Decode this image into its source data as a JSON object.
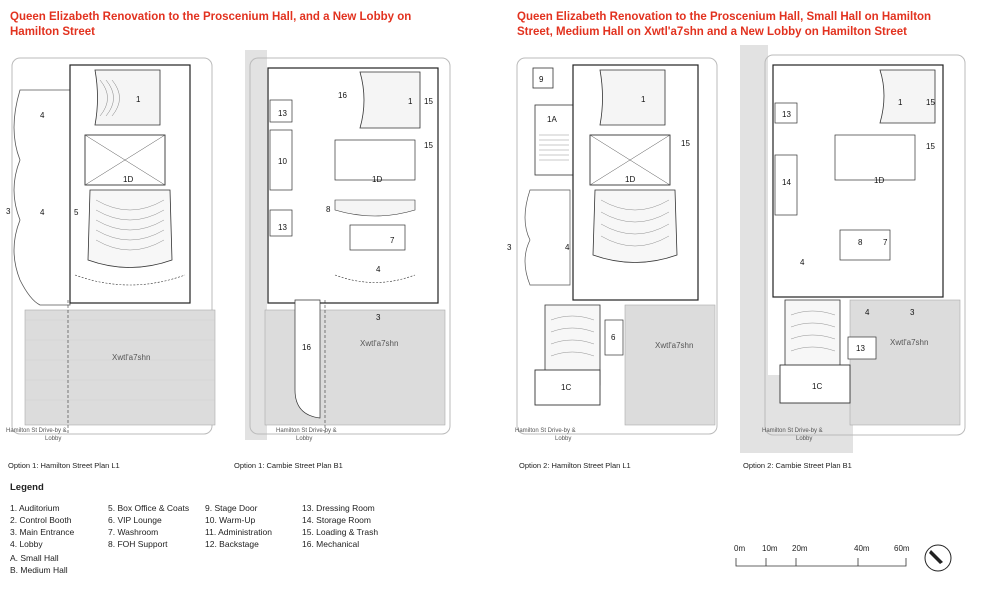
{
  "titles": {
    "option1": "Queen Elizabeth Renovation to the Proscenium Hall, and a New Lobby on Hamilton Street",
    "option2": "Queen Elizabeth Renovation to the Proscenium Hall, Small Hall on Hamilton Street, Medium Hall on Xwtl'a7shn and a New Lobby on Hamilton Street"
  },
  "captions": {
    "p1": "Option 1: Hamilton Street Plan L1",
    "p2": "Option 1: Cambie Street Plan B1",
    "p3": "Option 2: Hamilton Street Plan L1",
    "p4": "Option 2: Cambie Street Plan B1"
  },
  "plan_text": {
    "plaza": "Xwtl'a7shn",
    "dropoff_a": "Hamilton St Drive-by &",
    "dropoff_b": "Lobby"
  },
  "room_labels": {
    "p1": [
      "4",
      "1",
      "1D",
      "4",
      "5",
      "3"
    ],
    "p2": [
      "16",
      "1",
      "15",
      "13",
      "10",
      "1D",
      "15",
      "8",
      "13",
      "7",
      "4",
      "3",
      "16"
    ],
    "p3": [
      "9",
      "1",
      "1A",
      "1D",
      "15",
      "3",
      "4",
      "6",
      "1C"
    ],
    "p4": [
      "1",
      "15",
      "13",
      "15",
      "14",
      "1D",
      "8",
      "7",
      "4",
      "4",
      "3",
      "13",
      "1C"
    ]
  },
  "legend": {
    "title": "Legend",
    "col1": [
      "1.  Auditorium",
      "2. Control Booth",
      "3. Main Entrance",
      "4. Lobby",
      "",
      "A.  Small Hall",
      "B.  Medium Hall"
    ],
    "col2": [
      "5. Box Office & Coats",
      "6. VIP Lounge",
      "7. Washroom",
      "8. FOH Support"
    ],
    "col3": [
      "9. Stage Door",
      "10. Warm-Up",
      "11.  Administration",
      "12. Backstage"
    ],
    "col4": [
      "13. Dressing Room",
      "14. Storage Room",
      "15. Loading & Trash",
      "16. Mechanical"
    ]
  },
  "scale": {
    "ticks": [
      "0m",
      "10m",
      "20m",
      "40m",
      "60m"
    ]
  }
}
